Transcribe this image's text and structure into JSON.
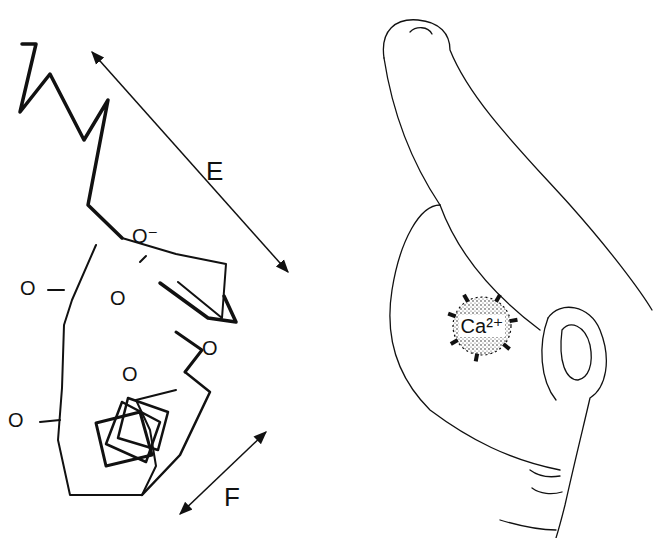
{
  "diagram": {
    "nodes": [
      {
        "text": [
          "Ca²⁺"
        ]
      }
    ],
    "labels": [
      "E",
      "F",
      "O⁻",
      "O",
      "O",
      "O",
      "O",
      "O"
    ]
  }
}
